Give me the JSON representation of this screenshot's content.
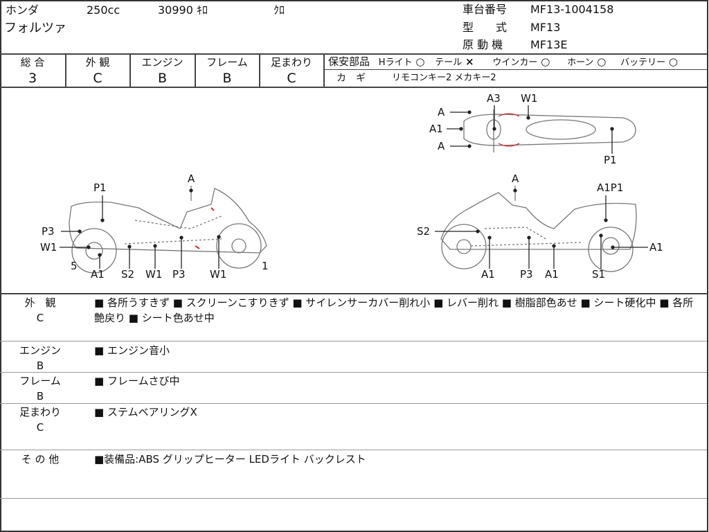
{
  "header": {
    "maker": "ホンダ",
    "displacement": "250cc",
    "mileage": "30990 ｷﾛ",
    "color": "ｸﾛ",
    "model_name": "フォルツァ",
    "frame_label": "車台番号",
    "frame_no": "MF13-1004158",
    "type_label": "型　　式",
    "type_value": "MF13",
    "engine_label": "原 動 機",
    "engine_value": "MF13E"
  },
  "grades": [
    {
      "label": "総 合",
      "value": "3"
    },
    {
      "label": "外 観",
      "value": "C"
    },
    {
      "label": "エンジン",
      "value": "B"
    },
    {
      "label": "フレーム",
      "value": "B"
    },
    {
      "label": "足まわり",
      "value": "C"
    }
  ],
  "safety": {
    "title": "保安部品",
    "items": [
      {
        "label": "Hライト",
        "mark": "○"
      },
      {
        "label": "テール",
        "mark": "×"
      },
      {
        "label": "ウインカー",
        "mark": "○"
      },
      {
        "label": "ホーン",
        "mark": "○"
      },
      {
        "label": "バッテリー",
        "mark": "○"
      }
    ],
    "key_label": "カ　ギ",
    "key_value": "リモコンキー2 メカキー2"
  },
  "diagram": {
    "top": [
      "A3",
      "W1",
      "A",
      "A1",
      "A",
      "P1"
    ],
    "left": [
      "P1",
      "A",
      "P3",
      "W1",
      "5",
      "A1",
      "S2",
      "W1",
      "P3",
      "W1",
      "1"
    ],
    "right": [
      "A",
      "A1P1",
      "S2",
      "A1",
      "A1",
      "P3",
      "A1",
      "S1"
    ]
  },
  "sections": [
    {
      "title": "外　観",
      "grade": "C",
      "text": "■ 各所うすきず ■ スクリーンこすりきず ■ サイレンサーカバー削れ小 ■ レバー削れ ■ 樹脂部色あせ ■ シート硬化中 ■ 各所艶戻り ■ シート色あせ中"
    },
    {
      "title": "エンジン",
      "grade": "B",
      "text": "■ エンジン音小"
    },
    {
      "title": "フレーム",
      "grade": "B",
      "text": "■ フレームさび中"
    },
    {
      "title": "足まわり",
      "grade": "C",
      "text": "■ ステムベアリングX"
    },
    {
      "title": "そ の 他",
      "grade": "",
      "text": "■装備品:ABS グリップヒーター LEDライト バックレスト"
    }
  ]
}
